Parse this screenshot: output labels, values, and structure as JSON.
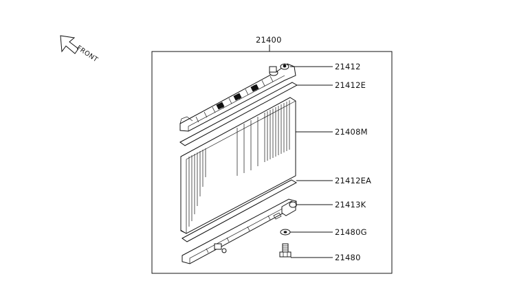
{
  "diagram": {
    "assembly_label": "21400",
    "direction_label": "FRONT",
    "parts": [
      {
        "label": "21412"
      },
      {
        "label": "21412E"
      },
      {
        "label": "21408M"
      },
      {
        "label": "21412EA"
      },
      {
        "label": "21413K"
      },
      {
        "label": "21480G"
      },
      {
        "label": "21480"
      }
    ],
    "icons": [
      "front-arrow-icon"
    ],
    "colors": {
      "line": "#111111",
      "background": "#ffffff"
    }
  }
}
